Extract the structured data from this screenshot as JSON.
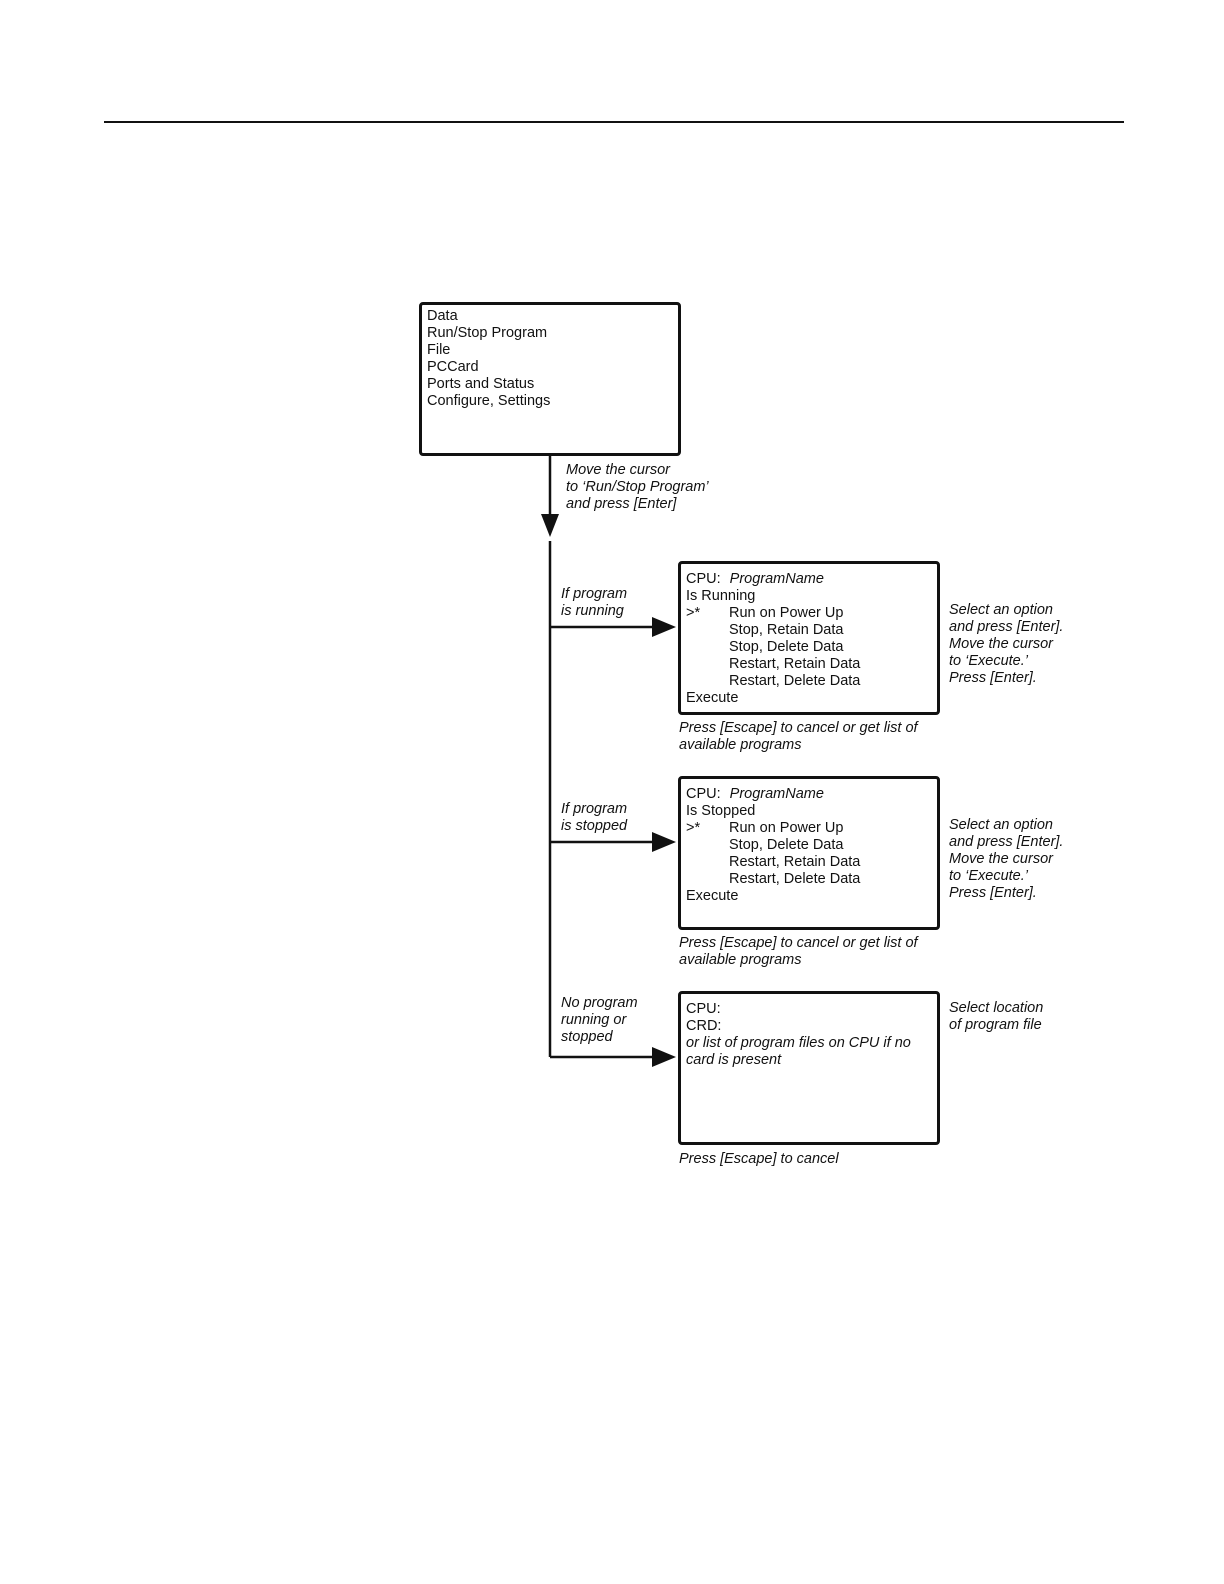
{
  "main_menu": {
    "items": [
      "Data",
      "Run/Stop Program",
      "File",
      "PCCard",
      "Ports and Status",
      "Configure, Settings"
    ]
  },
  "step1_note": [
    "Move the cursor",
    "to ‘Run/Stop Program’",
    "and press [Enter]"
  ],
  "branch_running": {
    "condition": [
      "If program",
      "is running"
    ],
    "cpu_label": "CPU:",
    "program_name": "ProgramName",
    "state": "Is Running",
    "cursor": ">*",
    "options": [
      "Run on Power Up",
      "Stop, Retain Data",
      "Stop, Delete Data",
      "Restart, Retain Data",
      "Restart, Delete Data"
    ],
    "execute": "Execute",
    "side_note": [
      "Select an option",
      "and press [Enter].",
      "Move the cursor",
      "to ‘Execute.’",
      "Press [Enter]."
    ],
    "bottom_note": [
      "Press [Escape] to cancel or get list of",
      "available programs"
    ]
  },
  "branch_stopped": {
    "condition": [
      "If program",
      "is stopped"
    ],
    "cpu_label": "CPU:",
    "program_name": "ProgramName",
    "state": "Is Stopped",
    "cursor": ">*",
    "options": [
      "Run on Power Up",
      "Stop, Delete Data",
      "Restart, Retain Data",
      "Restart, Delete Data"
    ],
    "execute": "Execute",
    "side_note": [
      "Select an option",
      "and press [Enter].",
      "Move the cursor",
      "to ‘Execute.’",
      "Press [Enter]."
    ],
    "bottom_note": [
      "Press [Escape] to cancel or get list of",
      "available programs"
    ]
  },
  "branch_none": {
    "condition": [
      "No program",
      "running or",
      "stopped"
    ],
    "lines": [
      "CPU:",
      "CRD:"
    ],
    "italic_lines": [
      "or list of program files on CPU if no",
      "card is present"
    ],
    "side_note": [
      "Select location",
      "of program file"
    ],
    "bottom_note": [
      "Press [Escape] to cancel"
    ]
  }
}
